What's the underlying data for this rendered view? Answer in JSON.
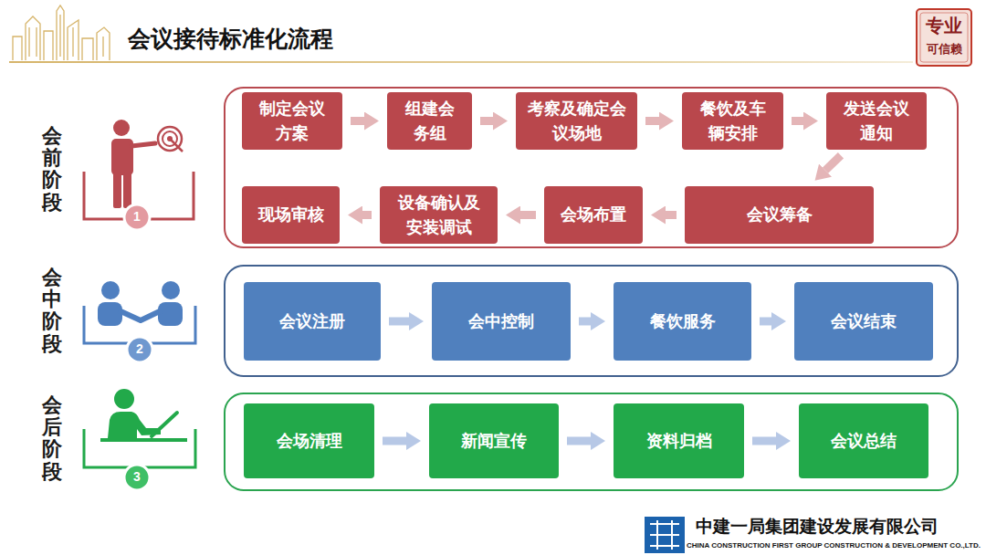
{
  "diagram": {
    "title": "会议接待标准化流程",
    "nodes": [
      {
        "text": [
          "会前阶段"
        ]
      },
      {
        "text": [
          "制定会议 方案"
        ],
        "in": 0
      },
      {
        "text": [
          "组建会 务组"
        ],
        "in": 0
      },
      {
        "text": [
          "考察及确定会 议场地"
        ],
        "in": 0
      },
      {
        "text": [
          "餐饮及车 辆安排"
        ],
        "in": 0
      },
      {
        "text": [
          "发送会议 通知"
        ],
        "in": 0
      },
      {
        "text": [
          "会议筹备"
        ],
        "in": 0
      },
      {
        "text": [
          "会场布置"
        ],
        "in": 0
      },
      {
        "text": [
          "设备确认及 安装调试"
        ],
        "in": 0
      },
      {
        "text": [
          "现场审核"
        ],
        "in": 0
      },
      {
        "text": [
          "会中阶段"
        ]
      },
      {
        "text": [
          "会议注册"
        ],
        "in": 10
      },
      {
        "text": [
          "会中控制"
        ],
        "in": 10
      },
      {
        "text": [
          "餐饮服务"
        ],
        "in": 10
      },
      {
        "text": [
          "会议结束"
        ],
        "in": 10
      },
      {
        "text": [
          "会后阶段"
        ]
      },
      {
        "text": [
          "会场清理"
        ],
        "in": 15
      },
      {
        "text": [
          "新闻宣传"
        ],
        "in": 15
      },
      {
        "text": [
          "资料归档"
        ],
        "in": 15
      },
      {
        "text": [
          "会议总结"
        ],
        "in": 15
      }
    ],
    "edges": [
      {
        "from": 1,
        "to": 2,
        "arrow": "to"
      },
      {
        "from": 2,
        "to": 3,
        "arrow": "to"
      },
      {
        "from": 3,
        "to": 4,
        "arrow": "to"
      },
      {
        "from": 4,
        "to": 5,
        "arrow": "to"
      },
      {
        "from": 5,
        "to": 6,
        "arrow": "to"
      },
      {
        "from": 6,
        "to": 7,
        "arrow": "to"
      },
      {
        "from": 7,
        "to": 8,
        "arrow": "to"
      },
      {
        "from": 8,
        "to": 9,
        "arrow": "to"
      },
      {
        "from": 11,
        "to": 12,
        "arrow": "to"
      },
      {
        "from": 12,
        "to": 13,
        "arrow": "to"
      },
      {
        "from": 13,
        "to": 14,
        "arrow": "to"
      },
      {
        "from": 16,
        "to": 17,
        "arrow": "to"
      },
      {
        "from": 17,
        "to": 18,
        "arrow": "to"
      },
      {
        "from": 18,
        "to": 19,
        "arrow": "to"
      }
    ],
    "labels": [
      "1",
      "2",
      "3",
      "专业",
      "可信赖",
      "中建一局集团建设发展有限公司",
      "CHINA CONSTRUCTION FIRST GROUP CONSTRUCTION & DEVELOPMENT CO.,LTD."
    ]
  }
}
